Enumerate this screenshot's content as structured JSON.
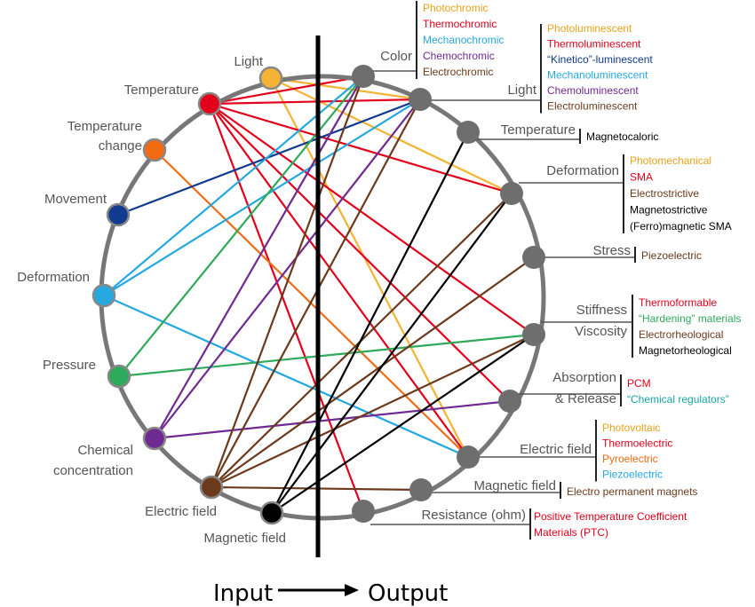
{
  "colors": {
    "ring": "#777777",
    "output_node": "#6e6e6e",
    "divider": "#000000",
    "bracket": "#555555",
    "label": "#555555"
  },
  "inputs": [
    {
      "id": "light",
      "label": "Light",
      "color": "#f5b335"
    },
    {
      "id": "temperature",
      "label": "Temperature",
      "color": "#e3001b"
    },
    {
      "id": "temperature-change",
      "label": "Temperature change",
      "color": "#f26a11"
    },
    {
      "id": "movement",
      "label": "Movement",
      "color": "#123a8f"
    },
    {
      "id": "deformation",
      "label": "Deformation",
      "color": "#25a7e0"
    },
    {
      "id": "pressure",
      "label": "Pressure",
      "color": "#2eaa5a"
    },
    {
      "id": "chemical-concentration",
      "label": "Chemical concentration",
      "color": "#6f2a91"
    },
    {
      "id": "electric-field",
      "label": "Electric field",
      "color": "#6b3a1c"
    },
    {
      "id": "magnetic-field",
      "label": "Magnetic field",
      "color": "#000000"
    }
  ],
  "outputs": [
    {
      "id": "color",
      "label": "Color",
      "items": [
        {
          "text": "Photochromic",
          "color": "#e8a21a"
        },
        {
          "text": "Thermochromic",
          "color": "#e3001b"
        },
        {
          "text": "Mechanochromic",
          "color": "#25a7e0"
        },
        {
          "text": "Chemochromic",
          "color": "#6f2a91"
        },
        {
          "text": "Electrochromic",
          "color": "#6b3a1c"
        }
      ]
    },
    {
      "id": "light",
      "label": "Light",
      "items": [
        {
          "text": "Photoluminescent",
          "color": "#e8a21a"
        },
        {
          "text": "Thermoluminescent",
          "color": "#e3001b"
        },
        {
          "text": "“Kinetico”-luminescent",
          "color": "#123a8f"
        },
        {
          "text": "Mechanoluminescent",
          "color": "#25a7e0"
        },
        {
          "text": "Chemoluminescent",
          "color": "#6f2a91"
        },
        {
          "text": "Electroluminescent",
          "color": "#6b3a1c"
        }
      ]
    },
    {
      "id": "temperature",
      "label": "Temperature",
      "items": [
        {
          "text": "Magnetocaloric",
          "color": "#000000"
        }
      ]
    },
    {
      "id": "deformation",
      "label": "Deformation",
      "items": [
        {
          "text": "Photomechanical",
          "color": "#e8a21a"
        },
        {
          "text": "SMA",
          "color": "#e3001b"
        },
        {
          "text": "Electrostrictive",
          "color": "#6b3a1c"
        },
        {
          "text": "Magnetostrictive",
          "color": "#000000"
        },
        {
          "text": "(Ferro)magnetic SMA",
          "color": "#000000"
        }
      ]
    },
    {
      "id": "stress",
      "label": "Stress",
      "items": [
        {
          "text": "Piezoelectric",
          "color": "#6b3a1c"
        }
      ]
    },
    {
      "id": "stiffness-viscosity",
      "label": "Stiffness Viscosity",
      "items": [
        {
          "text": "Thermoformable",
          "color": "#e3001b"
        },
        {
          "text": "“Hardening” materials",
          "color": "#2eaa5a"
        },
        {
          "text": "Electrorheological",
          "color": "#6b3a1c"
        },
        {
          "text": "Magnetorheological",
          "color": "#000000"
        }
      ]
    },
    {
      "id": "absorption-release",
      "label": "Absorption & Release",
      "items": [
        {
          "text": "PCM",
          "color": "#e3001b"
        },
        {
          "text": "“Chemical regulators”",
          "color": "#1aa3a3"
        }
      ]
    },
    {
      "id": "electric-field",
      "label": "Electric field",
      "items": [
        {
          "text": "Photovoltaic",
          "color": "#e8a21a"
        },
        {
          "text": "Thermoelectric",
          "color": "#e3001b"
        },
        {
          "text": "Pyroelectric",
          "color": "#f26a11"
        },
        {
          "text": "Piezoelectric",
          "color": "#25a7e0"
        }
      ]
    },
    {
      "id": "magnetic-field",
      "label": "Magnetic field",
      "items": [
        {
          "text": "Electro permanent magnets",
          "color": "#6b3a1c"
        }
      ]
    },
    {
      "id": "resistance",
      "label": "Resistance (ohm)",
      "items": [
        {
          "text": "Positive Temperature Coefficient",
          "color": "#e3001b"
        },
        {
          "text": "Materials (PTC)",
          "color": "#e3001b"
        }
      ]
    }
  ],
  "links": [
    {
      "from": "light",
      "to": "color"
    },
    {
      "from": "light",
      "to": "light"
    },
    {
      "from": "light",
      "to": "deformation"
    },
    {
      "from": "light",
      "to": "electric-field"
    },
    {
      "from": "temperature",
      "to": "color"
    },
    {
      "from": "temperature",
      "to": "light"
    },
    {
      "from": "temperature",
      "to": "deformation"
    },
    {
      "from": "temperature",
      "to": "stiffness-viscosity"
    },
    {
      "from": "temperature",
      "to": "absorption-release"
    },
    {
      "from": "temperature",
      "to": "electric-field"
    },
    {
      "from": "temperature",
      "to": "resistance"
    },
    {
      "from": "temperature-change",
      "to": "electric-field"
    },
    {
      "from": "movement",
      "to": "light"
    },
    {
      "from": "deformation",
      "to": "color"
    },
    {
      "from": "deformation",
      "to": "light"
    },
    {
      "from": "deformation",
      "to": "electric-field"
    },
    {
      "from": "pressure",
      "to": "color"
    },
    {
      "from": "pressure",
      "to": "stiffness-viscosity"
    },
    {
      "from": "chemical-concentration",
      "to": "color"
    },
    {
      "from": "chemical-concentration",
      "to": "light"
    },
    {
      "from": "chemical-concentration",
      "to": "absorption-release"
    },
    {
      "from": "electric-field",
      "to": "color"
    },
    {
      "from": "electric-field",
      "to": "light"
    },
    {
      "from": "electric-field",
      "to": "deformation"
    },
    {
      "from": "electric-field",
      "to": "stress"
    },
    {
      "from": "electric-field",
      "to": "stiffness-viscosity"
    },
    {
      "from": "electric-field",
      "to": "magnetic-field"
    },
    {
      "from": "magnetic-field",
      "to": "temperature"
    },
    {
      "from": "magnetic-field",
      "to": "deformation"
    },
    {
      "from": "magnetic-field",
      "to": "stiffness-viscosity"
    }
  ],
  "footer": {
    "input": "Input",
    "output": "Output"
  }
}
